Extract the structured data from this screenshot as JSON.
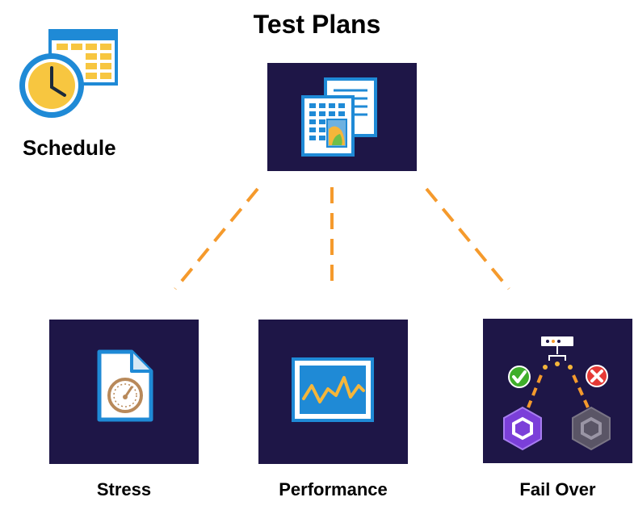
{
  "title": "Test Plans",
  "schedule": {
    "label": "Schedule",
    "icon": "calendar-clock-icon"
  },
  "root": {
    "icon": "test-plan-documents-icon"
  },
  "plans": [
    {
      "label": "Stress",
      "icon": "stress-gauge-document-icon"
    },
    {
      "label": "Performance",
      "icon": "performance-waveform-icon"
    },
    {
      "label": "Fail Over",
      "icon": "failover-network-icon"
    }
  ],
  "colors": {
    "tile_bg": "#1e1647",
    "connector": "#f59a2c",
    "icon_blue": "#1f8ad6",
    "icon_orange": "#f5b63a"
  }
}
